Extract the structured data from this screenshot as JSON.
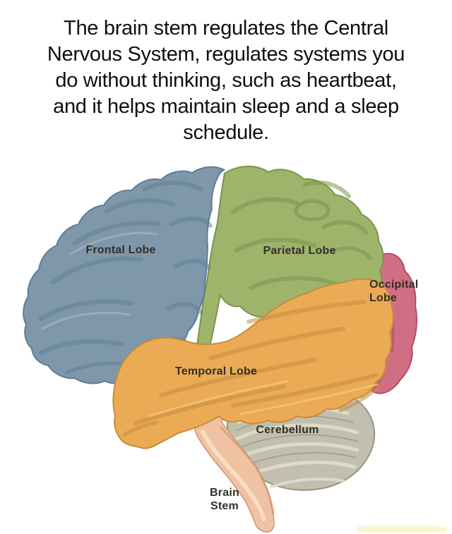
{
  "caption": {
    "lines": [
      "The brain stem regulates the Central",
      "Nervous System, regulates systems you",
      "do without thinking, such as heartbeat,",
      "and it helps maintain sleep and a sleep",
      "schedule."
    ]
  },
  "diagram": {
    "labels": {
      "frontal": "Frontal Lobe",
      "parietal": "Parietal Lobe",
      "occipital_line1": "Occipital",
      "occipital_line2": "Lobe",
      "temporal": "Temporal Lobe",
      "cerebellum": "Cerebellum",
      "brainstem_line1": "Brain",
      "brainstem_line2": "Stem"
    },
    "colors": {
      "frontal": "#7e97ab",
      "frontal_shade": "#5e7d94",
      "frontal_light": "#a9bdcb",
      "parietal": "#9eb46b",
      "parietal_shade": "#78954c",
      "occipital": "#d26e84",
      "occipital_shade": "#ae4f66",
      "temporal": "#eaab54",
      "temporal_shade": "#c68c3e",
      "temporal_light": "#f5c87e",
      "cerebellum": "#c2bfae",
      "cerebellum_stripe": "#dedbca",
      "cerebellum_line": "#9f9c8b",
      "cerebellum_outline": "#97947f",
      "brainstem": "#eec2a2",
      "brainstem_shade": "#cf9770",
      "brainstem_light": "#f8dfc6",
      "label_text": "#332f27"
    }
  },
  "watermark": {
    "color": "#f6eda9"
  }
}
